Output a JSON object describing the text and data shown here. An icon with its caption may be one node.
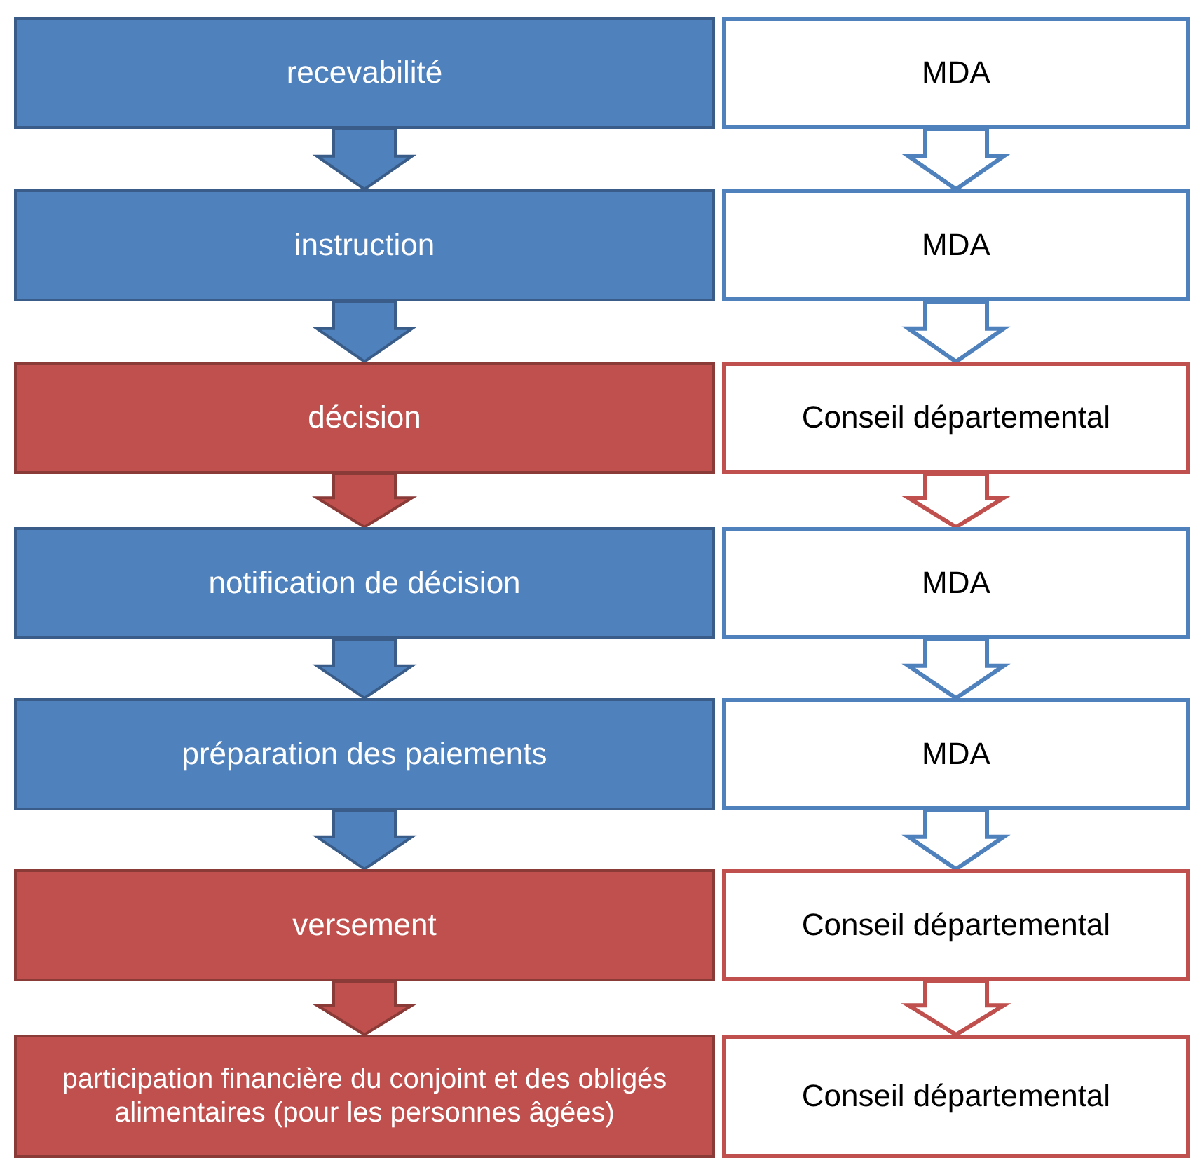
{
  "diagram": {
    "nodes": [
      {
        "text": [
          "recevabilité"
        ]
      },
      {
        "text": [
          "MDA"
        ]
      },
      {
        "text": [
          "instruction"
        ]
      },
      {
        "text": [
          "MDA"
        ]
      },
      {
        "text": [
          "décision"
        ]
      },
      {
        "text": [
          "Conseil départemental"
        ]
      },
      {
        "text": [
          "notification de décision"
        ]
      },
      {
        "text": [
          "MDA"
        ]
      },
      {
        "text": [
          "préparation des paiements"
        ]
      },
      {
        "text": [
          "MDA"
        ]
      },
      {
        "text": [
          "versement"
        ]
      },
      {
        "text": [
          "Conseil départemental"
        ]
      },
      {
        "text": [
          "participation financière du conjoint et des obligés alimentaires (pour les personnes âgées)"
        ]
      },
      {
        "text": [
          "Conseil départemental"
        ]
      }
    ],
    "edges": [
      {
        "from": 0,
        "to": 2,
        "arrow": "to",
        "style": "thick"
      },
      {
        "from": 1,
        "to": 3,
        "arrow": "to"
      },
      {
        "from": 2,
        "to": 4,
        "arrow": "to",
        "style": "thick"
      },
      {
        "from": 3,
        "to": 5,
        "arrow": "to"
      },
      {
        "from": 4,
        "to": 6,
        "arrow": "to",
        "style": "thick",
        "color": "#c0504d"
      },
      {
        "from": 5,
        "to": 7,
        "arrow": "to",
        "color": "#c0504d"
      },
      {
        "from": 6,
        "to": 8,
        "arrow": "to",
        "style": "thick"
      },
      {
        "from": 7,
        "to": 9,
        "arrow": "to"
      },
      {
        "from": 8,
        "to": 10,
        "arrow": "to",
        "style": "thick"
      },
      {
        "from": 9,
        "to": 11,
        "arrow": "to"
      },
      {
        "from": 10,
        "to": 12,
        "arrow": "to",
        "style": "thick",
        "color": "#c0504d"
      },
      {
        "from": 11,
        "to": 13,
        "arrow": "to",
        "color": "#c0504d"
      }
    ]
  }
}
